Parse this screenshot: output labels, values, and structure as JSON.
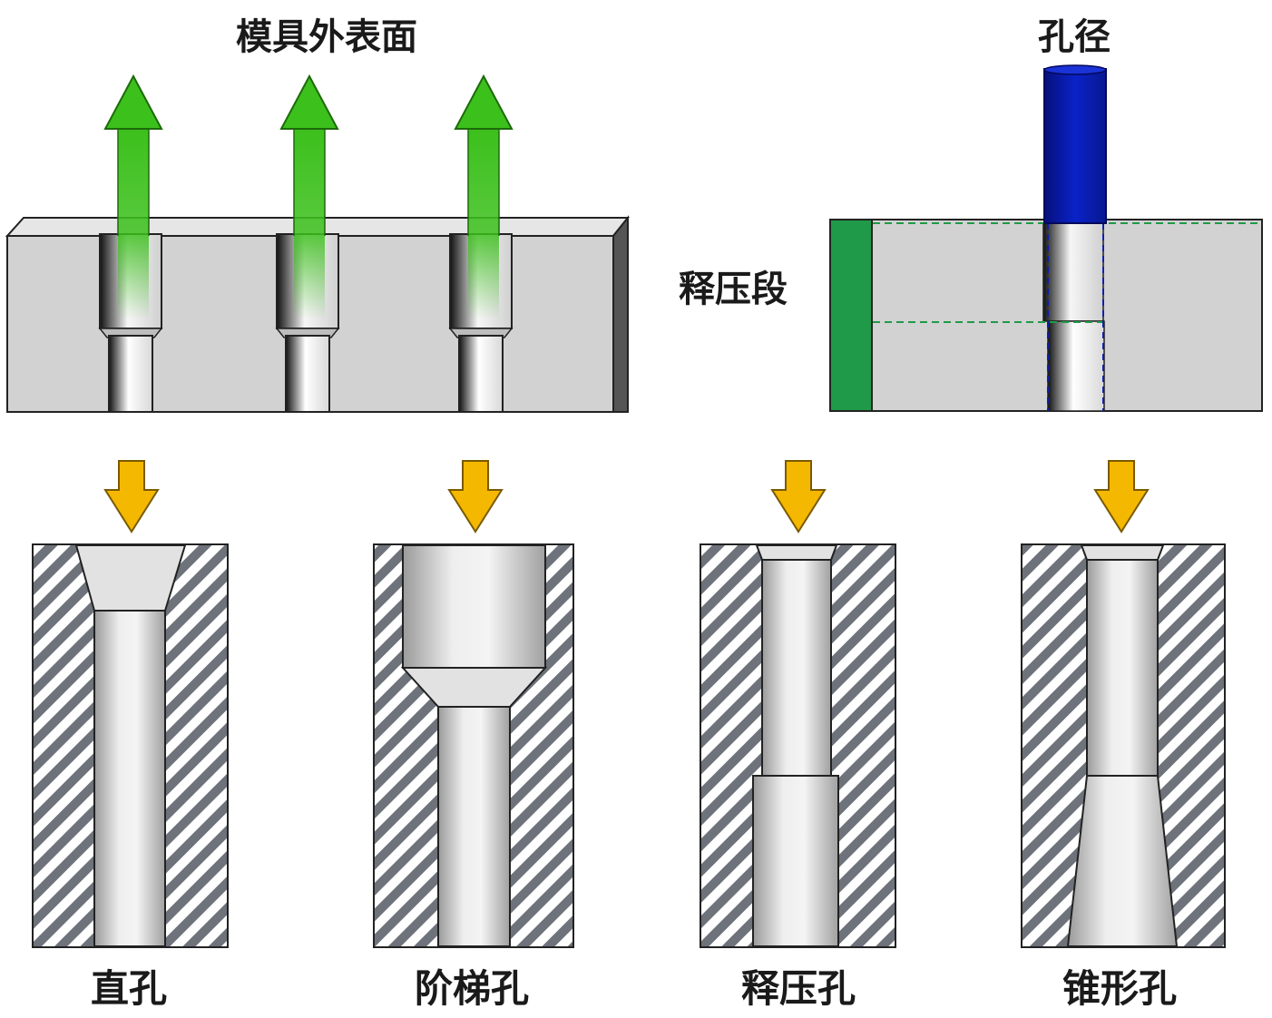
{
  "labels": {
    "mold_surface": "模具外表面",
    "hole_diameter": "孔径",
    "relief_section": "释压段"
  },
  "hole_types": [
    {
      "id": "straight",
      "label": "直孔"
    },
    {
      "id": "stepped",
      "label": "阶梯孔"
    },
    {
      "id": "relief",
      "label": "释压孔"
    },
    {
      "id": "tapered",
      "label": "锥形孔"
    }
  ],
  "colors": {
    "flow_arrow": "#3cc01c",
    "down_arrow": "#f5b800",
    "pin": "#0a1fb0",
    "relief_band": "#1f9a48",
    "block": "#d2d2d2",
    "hatch": "#6e727a"
  }
}
